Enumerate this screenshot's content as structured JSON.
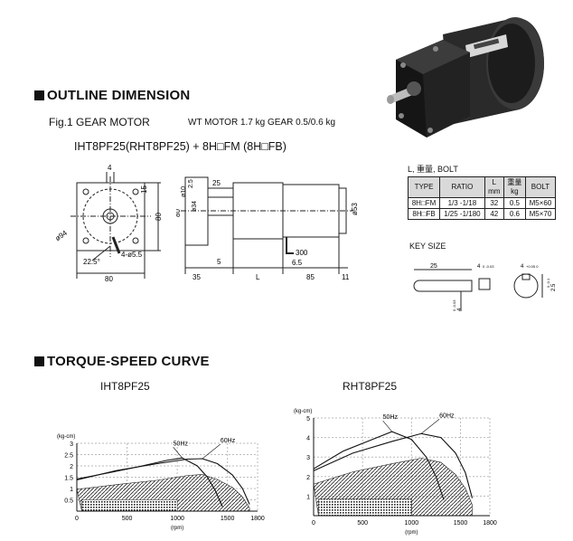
{
  "outline": {
    "title": "OUTLINE DIMENSION",
    "fig_label": "Fig.1 GEAR MOTOR",
    "weight": "WT MOTOR 1.7 kg GEAR 0.5/0.6 kg",
    "model_line": "IHT8PF25(RHT8PF25) + 8H□FM (8H□FB)"
  },
  "front_view": {
    "dim_4": "4",
    "dim_15": "15",
    "dim_80_side": "80",
    "dim_phi94": "ø94",
    "dim_hole": "4-ø5.5",
    "dim_angle": "22.5°",
    "dim_80_bottom": "80"
  },
  "side_view": {
    "dim_phi10": "ø10",
    "dim_25_small": "2.5",
    "dim_25": "25",
    "dim_phi34": "ø34",
    "dim_80": "80",
    "dim_phi53": "ø53",
    "dim_300": "300",
    "dim_65": "6.5",
    "dim_5": "5",
    "dim_35": "35",
    "dim_L": "L",
    "dim_85": "85",
    "dim_11": "11"
  },
  "spec_table": {
    "caption": "L, 重量, BOLT",
    "headers": [
      "TYPE",
      "RATIO",
      "L\nmm",
      "重量\nkg",
      "BOLT"
    ],
    "rows": [
      [
        "8H□FM",
        "1/3 -1/18",
        "32",
        "0.5",
        "M5×60"
      ],
      [
        "8H□FB",
        "1/25 -1/180",
        "42",
        "0.6",
        "M5×70"
      ]
    ]
  },
  "key_size": {
    "title": "KEY SIZE",
    "len": "25",
    "w": "4",
    "w_tol": "0\n-0.03",
    "h": "4",
    "h_tol": "0\n-0.03",
    "dia": "4",
    "dia_tol": "+0.05\n0",
    "depth": "2.5",
    "depth_tol": "0\n-0.1"
  },
  "torque": {
    "title": "TORQUE-SPEED CURVE"
  },
  "chart_data": [
    {
      "type": "line",
      "title": "IHT8PF25",
      "ylabel": "(kg-cm)",
      "xlabel": "(rpm)",
      "xlim": [
        0,
        1800
      ],
      "ylim": [
        0,
        3.0
      ],
      "xticks": [
        0,
        500,
        1000,
        1500,
        1800
      ],
      "yticks": [
        0.5,
        1.0,
        1.5,
        2.0,
        2.5,
        3.0
      ],
      "series": [
        {
          "name": "50Hz",
          "x": [
            0,
            300,
            600,
            900,
            1050,
            1200,
            1300,
            1380,
            1450
          ],
          "y": [
            1.42,
            1.68,
            1.95,
            2.25,
            2.35,
            2.0,
            1.5,
            0.9,
            0.2
          ]
        },
        {
          "name": "60Hz",
          "x": [
            0,
            400,
            800,
            1100,
            1250,
            1400,
            1550,
            1650,
            1720
          ],
          "y": [
            1.38,
            1.8,
            2.1,
            2.3,
            2.32,
            2.1,
            1.6,
            1.0,
            0.3
          ]
        }
      ]
    },
    {
      "type": "line",
      "title": "RHT8PF25",
      "ylabel": "(kg-cm)",
      "xlabel": "(rpm)",
      "xlim": [
        0,
        1800
      ],
      "ylim": [
        0,
        5
      ],
      "xticks": [
        0,
        500,
        1000,
        1500,
        1800
      ],
      "yticks": [
        1,
        2,
        3,
        4,
        5
      ],
      "series": [
        {
          "name": "50Hz",
          "x": [
            0,
            300,
            600,
            800,
            1000,
            1150,
            1250,
            1330
          ],
          "y": [
            2.4,
            3.3,
            3.9,
            4.3,
            3.9,
            3.0,
            2.0,
            0.8
          ]
        },
        {
          "name": "60Hz",
          "x": [
            0,
            400,
            800,
            1100,
            1300,
            1450,
            1550,
            1620
          ],
          "y": [
            2.3,
            3.2,
            3.8,
            4.2,
            4.0,
            3.2,
            2.2,
            0.9
          ]
        }
      ]
    }
  ]
}
